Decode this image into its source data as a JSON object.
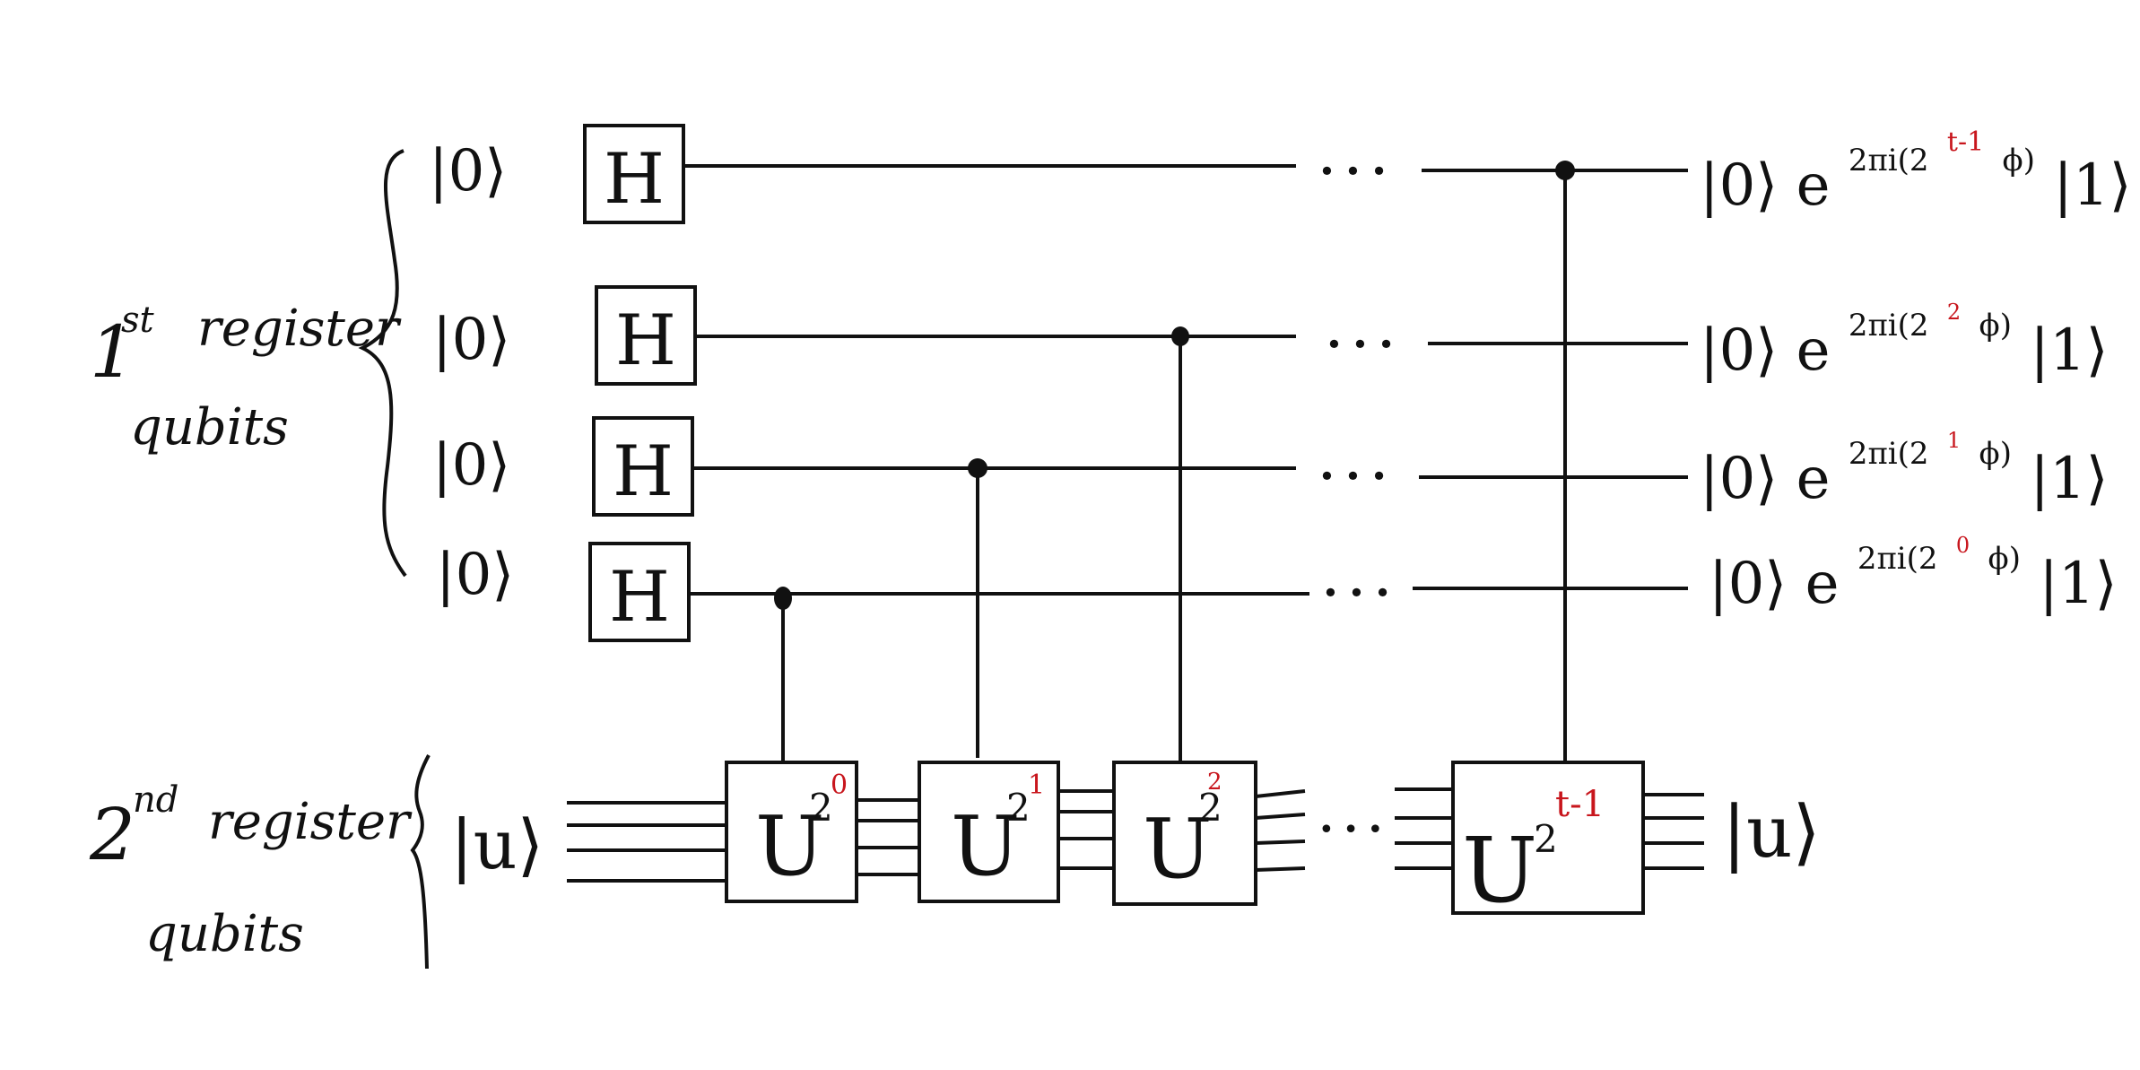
{
  "colors": {
    "ink": "#111111",
    "accent": "#c8161d"
  },
  "register1": {
    "label_sup": "st",
    "label_line1": "register",
    "label_line2": "qubits",
    "label_digit": "1",
    "ket": "|0⟩",
    "gate_label": "H",
    "dots": "• • •",
    "outputs": {
      "q0": {
        "pre": "|0⟩ e",
        "exp_prefix": "2πi(2",
        "exp_power": "t-1",
        "exp_suffix": "ϕ)",
        "post": "|1⟩"
      },
      "q1": {
        "pre": "|0⟩ e",
        "exp_prefix": "2πi(2",
        "exp_power": "2",
        "exp_suffix": "ϕ)",
        "post": "|1⟩"
      },
      "q2": {
        "pre": "|0⟩ e",
        "exp_prefix": "2πi(2",
        "exp_power": "1",
        "exp_suffix": "ϕ)",
        "post": "|1⟩"
      },
      "q3": {
        "pre": "|0⟩ e",
        "exp_prefix": "2πi(2",
        "exp_power": "0",
        "exp_suffix": "ϕ)",
        "post": "|1⟩"
      }
    }
  },
  "register2": {
    "label_digit": "2",
    "label_sup": "nd",
    "label_line1": "register",
    "label_line2": "qubits",
    "ket_in": "|u⟩",
    "ket_out": "|u⟩",
    "dots": "• • •",
    "gates": {
      "g0": {
        "base": "U",
        "two": "2",
        "power": "0"
      },
      "g1": {
        "base": "U",
        "two": "2",
        "power": "1"
      },
      "g2": {
        "base": "U",
        "two": "2",
        "power": "2"
      },
      "g3": {
        "base": "U",
        "two": "2",
        "power": "t-1"
      }
    }
  }
}
